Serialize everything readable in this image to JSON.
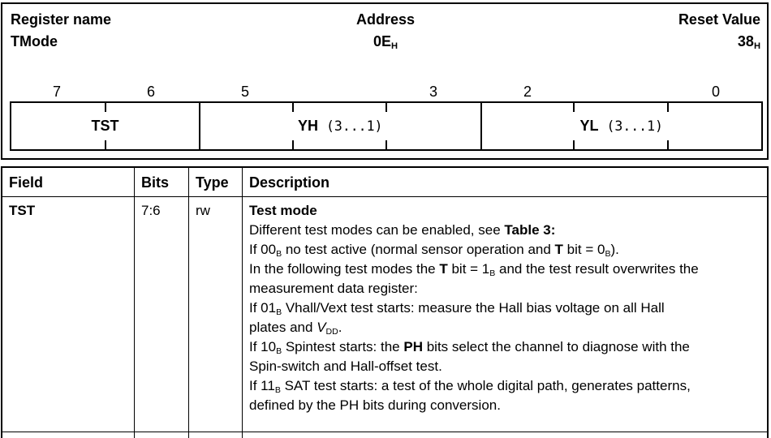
{
  "colors": {
    "text": "#000000",
    "border": "#000000",
    "background": "#ffffff"
  },
  "register_header": {
    "name_label": "Register name",
    "name_value": "TMode",
    "address_label": "Address",
    "address_value": "0E",
    "address_subscript": "H",
    "reset_label": "Reset Value",
    "reset_value": "38",
    "reset_subscript": "H"
  },
  "bitfield": {
    "bit_numbers": [
      "7",
      "6",
      "5",
      "",
      "3",
      "2",
      "",
      "0"
    ],
    "fields": [
      {
        "name": "TST",
        "suffix": "",
        "bits": "7:6"
      },
      {
        "name": "YH",
        "suffix": " (3...1)",
        "bits": "5:3"
      },
      {
        "name": "YL",
        "suffix": " (3...1)",
        "bits": "2:0"
      }
    ]
  },
  "table": {
    "headers": [
      "Field",
      "Bits",
      "Type",
      "Description"
    ],
    "rows": [
      {
        "field": "TST",
        "bits": "7:6",
        "type": "rw",
        "description": [
          [
            {
              "t": "Test mode",
              "b": true
            }
          ],
          [
            {
              "t": "Different test modes can be enabled, see "
            },
            {
              "t": "Table 3:",
              "b": true
            }
          ],
          [
            {
              "t": "If 00"
            },
            {
              "t": "B",
              "sub": true
            },
            {
              "t": " no test active (normal sensor operation and "
            },
            {
              "t": "T",
              "b": true
            },
            {
              "t": " bit = 0"
            },
            {
              "t": "B",
              "sub": true
            },
            {
              "t": ")."
            }
          ],
          [
            {
              "t": "In the following test modes the "
            },
            {
              "t": "T",
              "b": true
            },
            {
              "t": " bit = 1"
            },
            {
              "t": "B",
              "sub": true
            },
            {
              "t": " and the test result overwrites the"
            }
          ],
          [
            {
              "t": "measurement data register:"
            }
          ],
          [
            {
              "t": "If 01"
            },
            {
              "t": "B",
              "sub": true
            },
            {
              "t": " Vhall/Vext test starts: measure the Hall bias voltage on all Hall"
            }
          ],
          [
            {
              "t": "plates and "
            },
            {
              "t": "V",
              "i": true
            },
            {
              "t": "DD",
              "sub": true
            },
            {
              "t": "."
            }
          ],
          [
            {
              "t": "If 10"
            },
            {
              "t": "B",
              "sub": true
            },
            {
              "t": " Spintest starts: the "
            },
            {
              "t": "PH",
              "b": true
            },
            {
              "t": " bits select the channel to diagnose with the"
            }
          ],
          [
            {
              "t": "Spin-switch and Hall-offset test."
            }
          ],
          [
            {
              "t": "If 11"
            },
            {
              "t": "B",
              "sub": true
            },
            {
              "t": " SAT test starts: a test of the whole digital path, generates patterns,"
            }
          ],
          [
            {
              "t": "defined by the PH bits during conversion."
            }
          ]
        ]
      }
    ]
  }
}
